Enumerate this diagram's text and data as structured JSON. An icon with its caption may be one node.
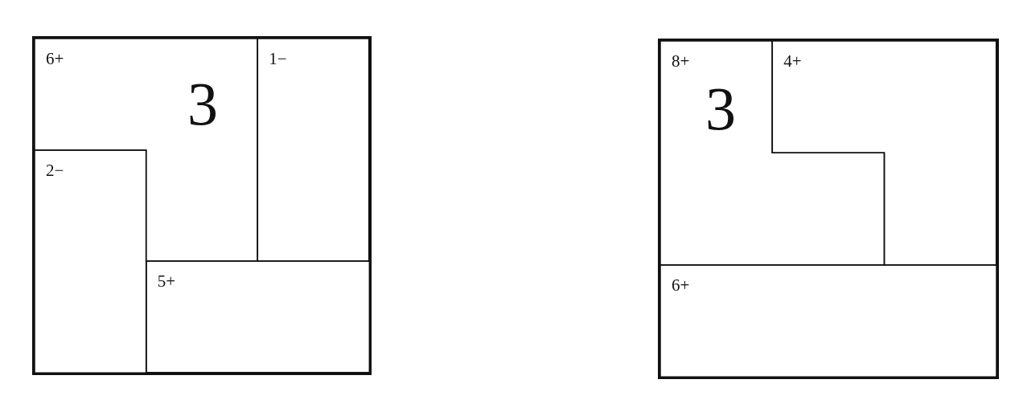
{
  "diagram": {
    "nodes": [
      {
        "text": [],
        "shape": "box"
      },
      {
        "text": [
          "6+",
          "3"
        ],
        "in": 0
      },
      {
        "text": [
          "1−"
        ],
        "in": 0
      },
      {
        "text": [
          "2−"
        ],
        "in": 0
      },
      {
        "text": [
          "5+"
        ],
        "in": 0
      },
      {
        "text": [],
        "shape": "box"
      },
      {
        "text": [
          "8+",
          "3"
        ],
        "in": 5
      },
      {
        "text": [
          "4+"
        ],
        "in": 5
      },
      {
        "text": [
          "6+"
        ],
        "in": 5
      }
    ]
  }
}
